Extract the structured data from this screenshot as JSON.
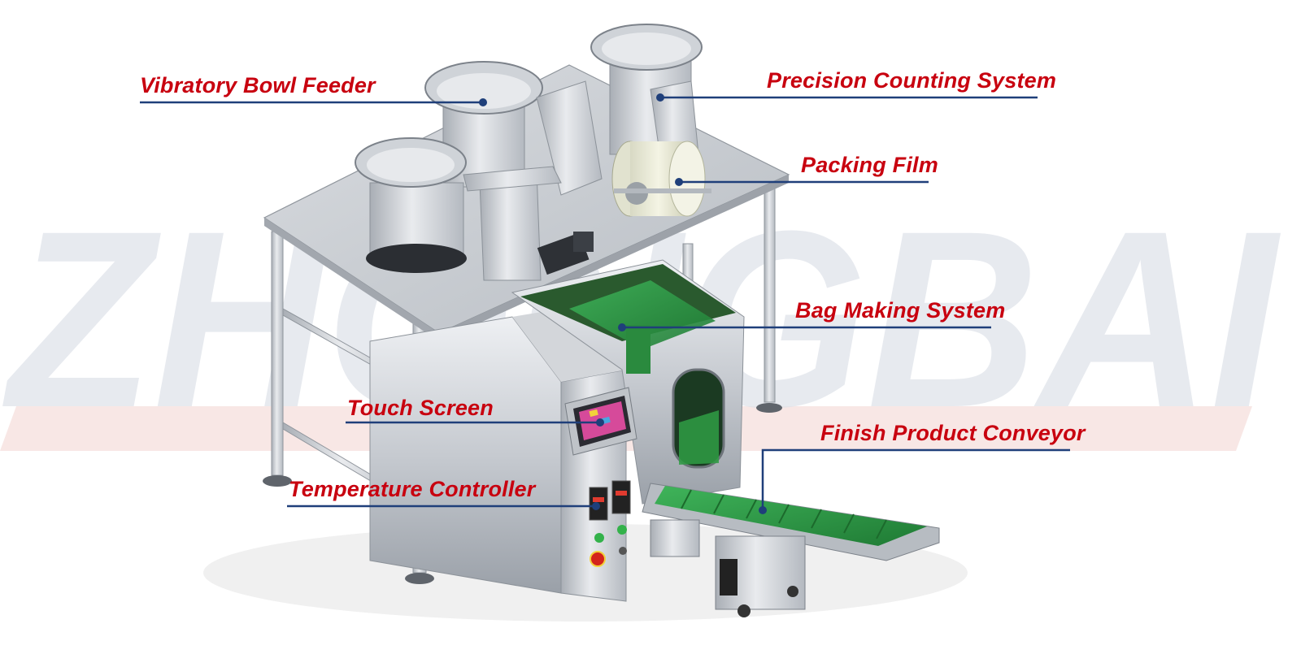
{
  "watermark": {
    "text": "ZHONGBAI",
    "color": "#dfe3ea"
  },
  "colors": {
    "label_text": "#c8000f",
    "leader_line": "#1f3f7a",
    "belt_green": "#2f9e44",
    "steel": "#c8ccd2"
  },
  "callouts": [
    {
      "id": "vibratory-bowl-feeder",
      "text": "Vibratory Bowl Feeder"
    },
    {
      "id": "precision-counting-system",
      "text": "Precision Counting System"
    },
    {
      "id": "packing-film",
      "text": "Packing Film"
    },
    {
      "id": "bag-making-system",
      "text": "Bag Making System"
    },
    {
      "id": "touch-screen",
      "text": "Touch Screen"
    },
    {
      "id": "finish-product-conveyor",
      "text": "Finish Product Conveyor"
    },
    {
      "id": "temperature-controller",
      "text": "Temperature Controller"
    }
  ]
}
